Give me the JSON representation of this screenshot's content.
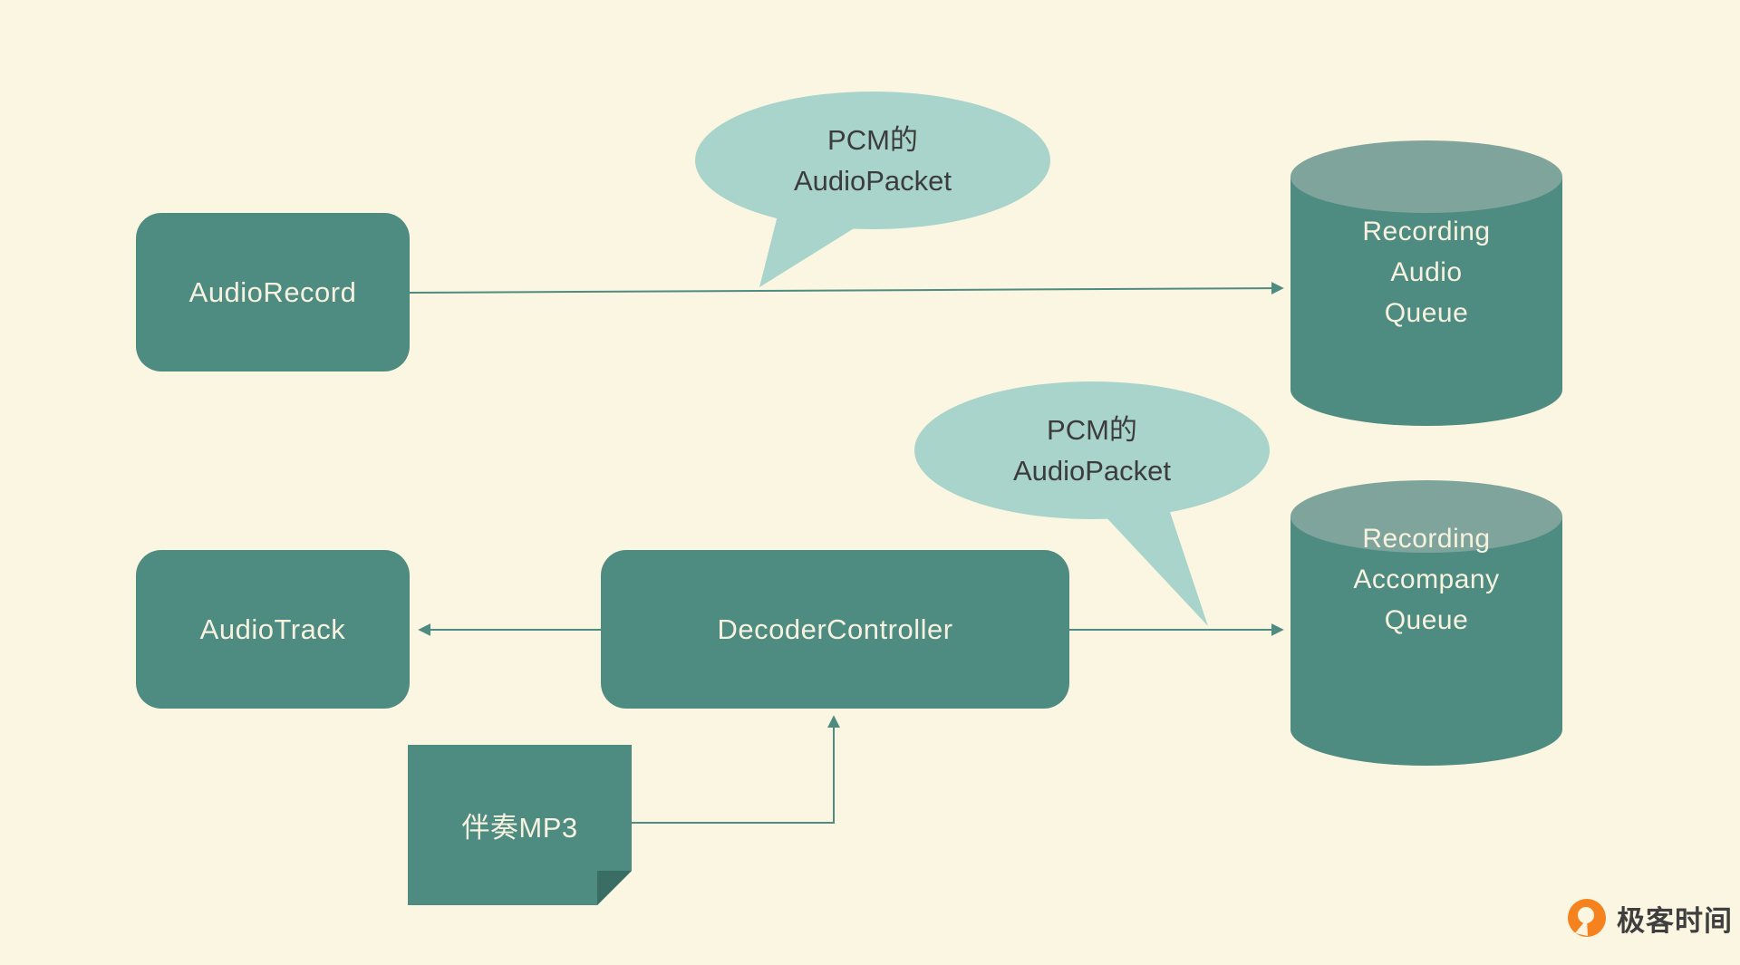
{
  "colors": {
    "background": "#FBF6E1",
    "node_fill": "#4E8B81",
    "cylinder_top_fill": "#7FA49C",
    "bubble_fill": "#A9D4CB",
    "arrow": "#4E8B81",
    "node_text": "#F7F2DF",
    "bubble_text": "#3C3C3C",
    "note_fold": "#3A6E65",
    "logo_orange": "#F5821F",
    "logo_text_color": "#3F3F3F"
  },
  "nodes": {
    "audio_record": {
      "label": "AudioRecord"
    },
    "audio_track": {
      "label": "AudioTrack"
    },
    "decoder_controller": {
      "label": "DecoderController"
    },
    "accompany_mp3": {
      "label": "伴奏MP3"
    },
    "recording_audio_queue": {
      "label": "Recording\nAudio\nQueue"
    },
    "recording_accompany_queue": {
      "label": "Recording\nAccompany\nQueue"
    }
  },
  "callouts": {
    "pcm_audio_packet_top": {
      "label": "PCM的\nAudioPacket"
    },
    "pcm_audio_packet_bottom": {
      "label": "PCM的\nAudioPacket"
    }
  },
  "branding": {
    "logo_text": "极客时间"
  }
}
